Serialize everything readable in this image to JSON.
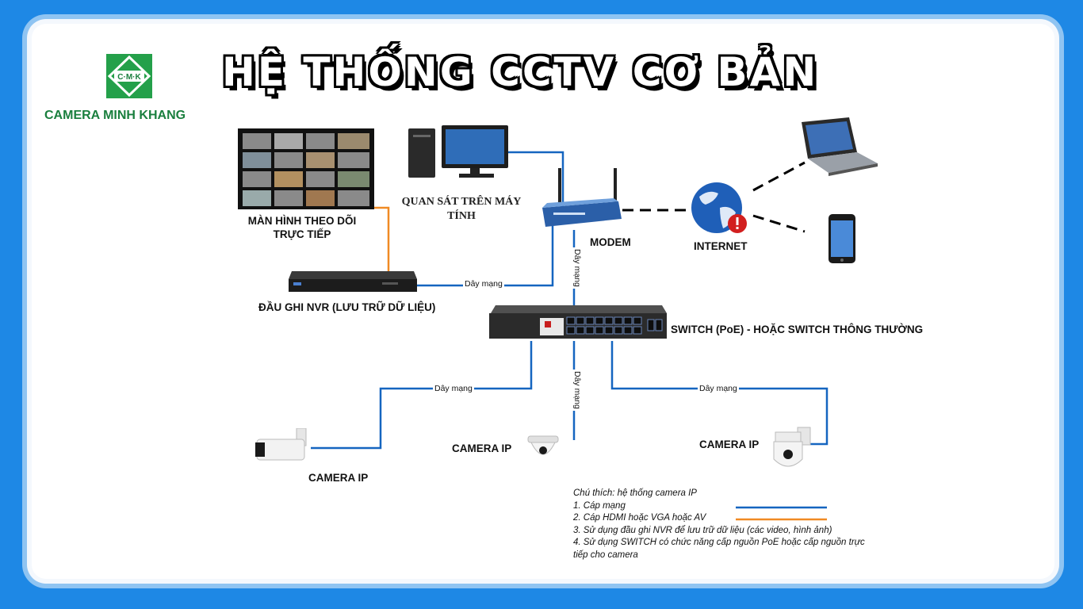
{
  "title": "HỆ THỐNG CCTV CƠ BẢN",
  "brand": {
    "logo_text": "C·M·K",
    "name": "CAMERA MINH KHANG",
    "logo_color": "#24a04a"
  },
  "colors": {
    "network_cable": "#1565c0",
    "hdmi_cable": "#f08a24",
    "background": "#1e88e5"
  },
  "nodes": {
    "monitor": "MÀN HÌNH THEO DÕI TRỰC TIẾP",
    "pc": "QUAN SÁT TRÊN MÁY TÍNH",
    "modem": "MODEM",
    "internet": "INTERNET",
    "nvr": "ĐẦU GHI NVR (LƯU TRỮ DỮ LIỆU)",
    "switch": "SWITCH (PoE) - HOẶC SWITCH THÔNG THƯỜNG",
    "camera_left": "CAMERA IP",
    "camera_center": "CAMERA IP",
    "camera_right": "CAMERA IP"
  },
  "cable_labels": {
    "nvr_modem": "Dây mạng",
    "modem_switch": "Dây mạng",
    "switch_cam_left": "Dây mạng",
    "switch_cam_center": "Dây mạng",
    "switch_cam_right": "Dây mạng"
  },
  "legend": {
    "title": "Chú thích: hệ thống camera IP",
    "items": [
      "1. Cáp mạng",
      "2. Cáp HDMI hoặc VGA hoặc AV",
      "3. Sử dụng đầu ghi NVR để lưu trữ dữ liệu (các video, hình ảnh)",
      "4. Sử dụng SWITCH có chức năng cấp nguồn PoE hoặc cấp nguồn trực",
      "tiếp cho camera"
    ]
  }
}
